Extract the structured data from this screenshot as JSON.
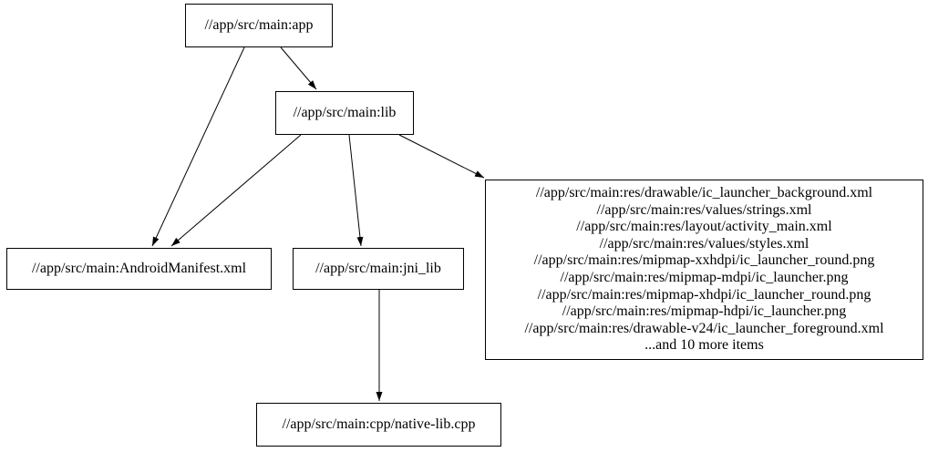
{
  "graph": {
    "description": "build-target dependency graph",
    "background_color": "#ffffff",
    "node_border_color": "#000000",
    "node_fill_color": "#ffffff",
    "edge_color": "#000000",
    "text_color": "#000000",
    "nodes": {
      "app": {
        "label": "//app/src/main:app"
      },
      "lib": {
        "label": "//app/src/main:lib"
      },
      "android_manifest": {
        "label": "//app/src/main:AndroidManifest.xml"
      },
      "jni_lib": {
        "label": "//app/src/main:jni_lib"
      },
      "res_group": {
        "lines": [
          "//app/src/main:res/drawable/ic_launcher_background.xml",
          "//app/src/main:res/values/strings.xml",
          "//app/src/main:res/layout/activity_main.xml",
          "//app/src/main:res/values/styles.xml",
          "//app/src/main:res/mipmap-xxhdpi/ic_launcher_round.png",
          "//app/src/main:res/mipmap-mdpi/ic_launcher.png",
          "//app/src/main:res/mipmap-xhdpi/ic_launcher_round.png",
          "//app/src/main:res/mipmap-hdpi/ic_launcher.png",
          "//app/src/main:res/drawable-v24/ic_launcher_foreground.xml",
          "...and 10 more items"
        ]
      },
      "native_lib": {
        "label": "//app/src/main:cpp/native-lib.cpp"
      }
    },
    "edges": [
      {
        "from": "app",
        "to": "lib"
      },
      {
        "from": "app",
        "to": "android_manifest"
      },
      {
        "from": "lib",
        "to": "android_manifest"
      },
      {
        "from": "lib",
        "to": "jni_lib"
      },
      {
        "from": "lib",
        "to": "res_group"
      },
      {
        "from": "jni_lib",
        "to": "native_lib"
      }
    ]
  }
}
